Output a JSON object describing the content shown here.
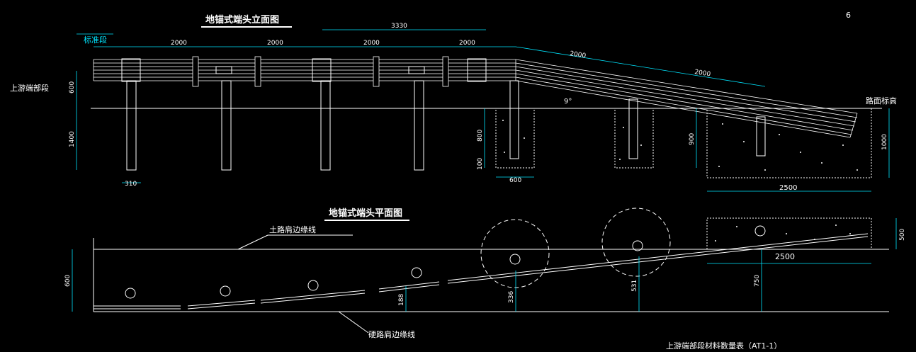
{
  "sheet": {
    "page_number": "6",
    "bottom_caption": "上游端部段材料数量表（AT1-1）"
  },
  "elevation": {
    "title": "地锚式端头立面图",
    "section_label": "标准段",
    "side_label": "上游端部段",
    "road_level_label": "路面标高",
    "angle_label": "9°",
    "dims": {
      "span_1": "2000",
      "span_2": "2000",
      "span_3": "2000",
      "span_4": "2000",
      "span_top": "3330",
      "slope_1": "2000",
      "slope_2": "2000",
      "rail_height": "600",
      "post_embed": "1400",
      "footing_depth": "800",
      "footing_base": "100",
      "footing_width": "600",
      "mid_footing": "900",
      "end_footing": "1000",
      "end_width": "2500",
      "post_width": "310"
    }
  },
  "plan": {
    "title": "地锚式端头平面图",
    "soil_shoulder": "土路肩边缘线",
    "hard_shoulder": "硬路肩边缘线",
    "dims": {
      "width": "600",
      "offset_1": "188",
      "offset_2": "336",
      "offset_3": "531",
      "offset_4": "750",
      "end_block": "2500",
      "end_block_height": "500"
    }
  },
  "colors": {
    "line": "#ffffff",
    "dim": "#00e5ff",
    "background": "#000000"
  }
}
